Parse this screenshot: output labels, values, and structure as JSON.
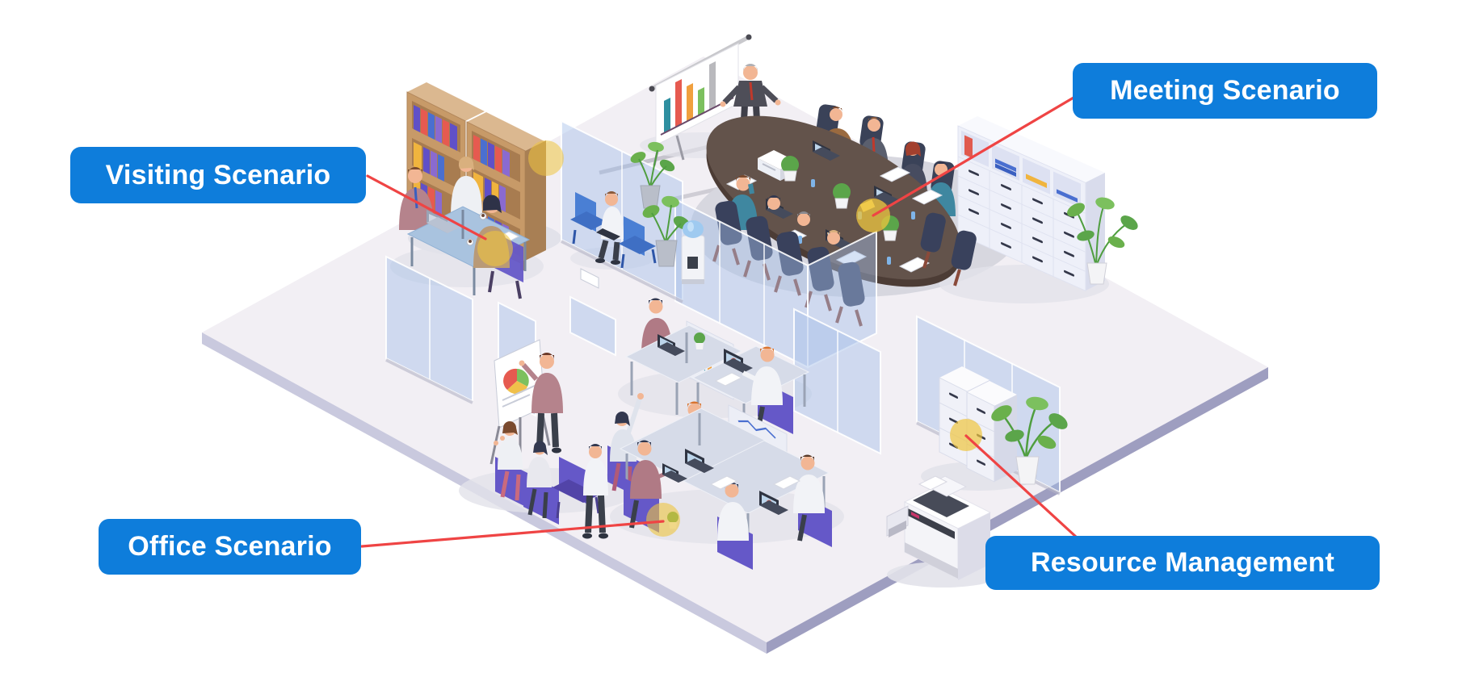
{
  "labels": {
    "visiting": "Visiting Scenario",
    "meeting": "Meeting Scenario",
    "office": "Office Scenario",
    "resource": "Resource Management"
  },
  "annotation": {
    "label_bg_color": "#0e7ddb",
    "label_text_color": "#ffffff",
    "line_color": "#ef4444",
    "highlight_color": "#eec53f"
  },
  "scene": {
    "type": "isometric-office-illustration",
    "areas": [
      "visiting-area",
      "meeting-area",
      "office-area",
      "resource-area"
    ]
  }
}
